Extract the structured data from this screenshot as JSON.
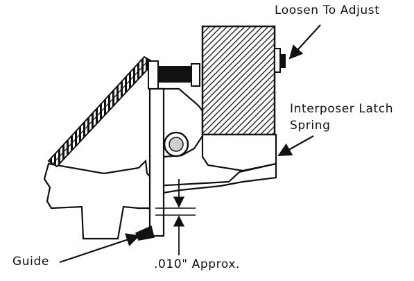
{
  "labels": {
    "loosen": "Loosen To Adjust",
    "latch_line1": "Interposer Latch",
    "latch_line2": "Spring",
    "guide": "Guide",
    "gap": ".010\" Approx."
  },
  "colors": {
    "ink": "#111111",
    "paper": "#ffffff"
  }
}
